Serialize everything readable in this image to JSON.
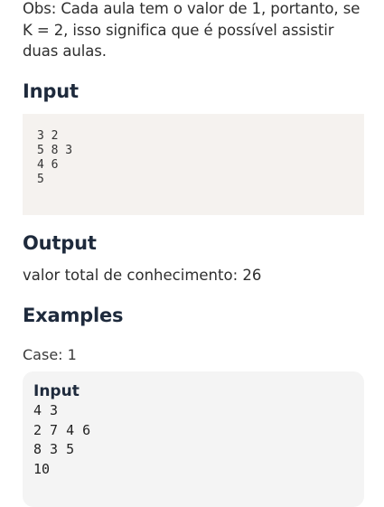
{
  "obs_text": "Obs: Cada aula tem o valor de 1, portanto, se K = 2, isso significa que é possível assistir duas aulas.",
  "input_section": {
    "heading": "Input",
    "code": "3 2\n5 8 3\n4 6\n5"
  },
  "output_section": {
    "heading": "Output",
    "text": "valor total de conhecimento: 26"
  },
  "examples_section": {
    "heading": "Examples",
    "case_label": "Case: 1",
    "card": {
      "title": "Input",
      "code": "4 3\n2 7 4 6\n8 3 5\n10"
    }
  }
}
